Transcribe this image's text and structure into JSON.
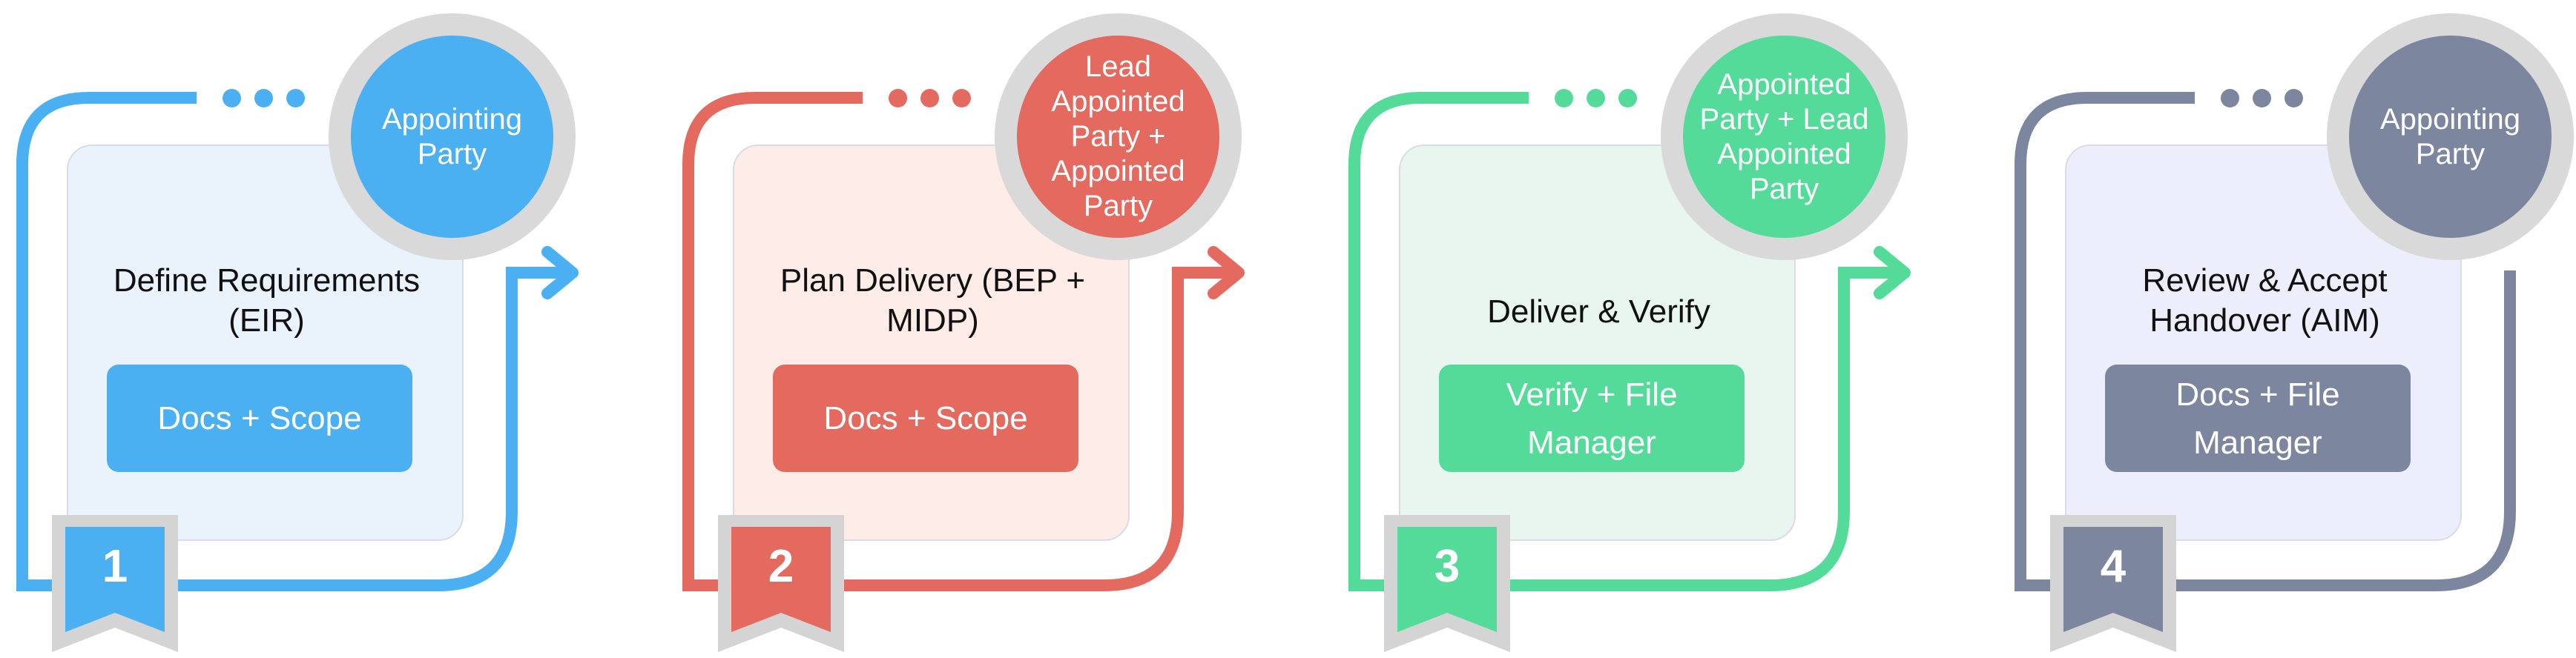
{
  "steps": [
    {
      "number": "1",
      "title": "Define Requirements (EIR)",
      "button": "Docs + Scope",
      "role": "Appointing Party",
      "color": "#4bb0f2",
      "card_bg": "#eaf2fc",
      "show_end_arrow": true
    },
    {
      "number": "2",
      "title": "Plan Delivery (BEP + MIDP)",
      "button": "Docs + Scope",
      "role": "Lead Appointed Party + Appointed Party",
      "color": "#e46a60",
      "card_bg": "#fdece8",
      "show_end_arrow": true
    },
    {
      "number": "3",
      "title": "Deliver & Verify",
      "button": "Verify + File Manager",
      "role": "Appointed Party + Lead Appointed Party",
      "color": "#54db9a",
      "card_bg": "#e8f6ef",
      "show_end_arrow": true
    },
    {
      "number": "4",
      "title": "Review & Accept Handover (AIM)",
      "button": "Docs + File Manager",
      "role": "Appointing Party",
      "color": "#7d869f",
      "card_bg": "#eceffb",
      "show_end_arrow": false
    }
  ]
}
